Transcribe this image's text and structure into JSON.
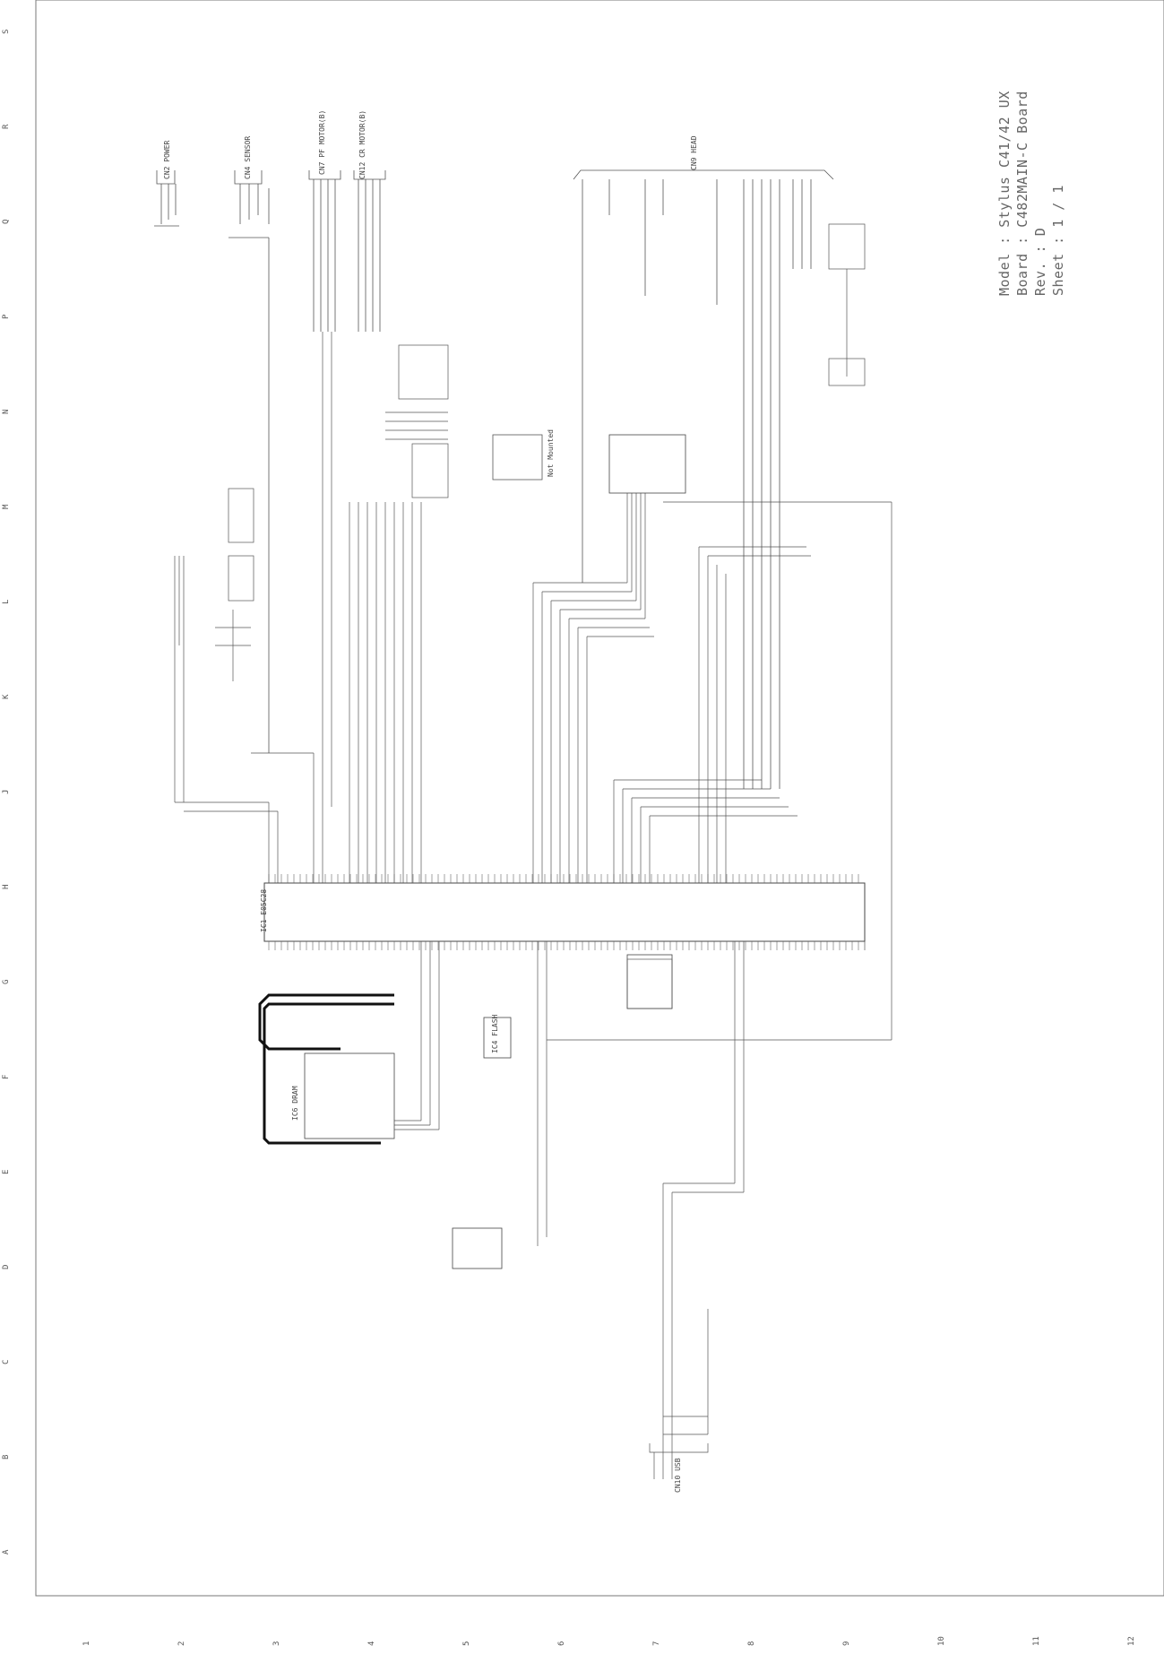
{
  "title_block": {
    "model": "Model : Stylus C41/42 UX",
    "board": "Board : C482MAIN-C Board",
    "rev": "Rev. : D",
    "sheet": "Sheet : 1 / 1"
  },
  "connectors": {
    "cn2": {
      "ref": "CN2",
      "name": "POWER"
    },
    "cn4": {
      "ref": "CN4",
      "name": "SENSOR"
    },
    "cn7": {
      "ref": "CN7",
      "name": "PF MOTOR(B)"
    },
    "cn12": {
      "ref": "CN12",
      "name": "CR MOTOR(B)"
    },
    "cn9": {
      "ref": "CN9",
      "name": "HEAD"
    },
    "cn10": {
      "ref": "CN10",
      "name": "USB"
    }
  },
  "chips": {
    "ic1": {
      "ref": "IC1",
      "name": "E05C28"
    },
    "ic6": {
      "ref": "IC6",
      "name": "DRAM"
    },
    "ic4": {
      "ref": "IC4",
      "name": "FLASH"
    },
    "notmounted": "Not Mounted"
  },
  "ruler": {
    "left": [
      "S",
      "R",
      "Q",
      "P",
      "N",
      "M",
      "L",
      "K",
      "J",
      "H",
      "G",
      "F",
      "E",
      "D",
      "C",
      "B",
      "A"
    ],
    "bottom": [
      "1",
      "2",
      "3",
      "4",
      "5",
      "6",
      "7",
      "8",
      "9",
      "10",
      "11",
      "12"
    ]
  },
  "colors": {
    "line": "#555555",
    "bus": "#111111",
    "text": "#444444"
  }
}
